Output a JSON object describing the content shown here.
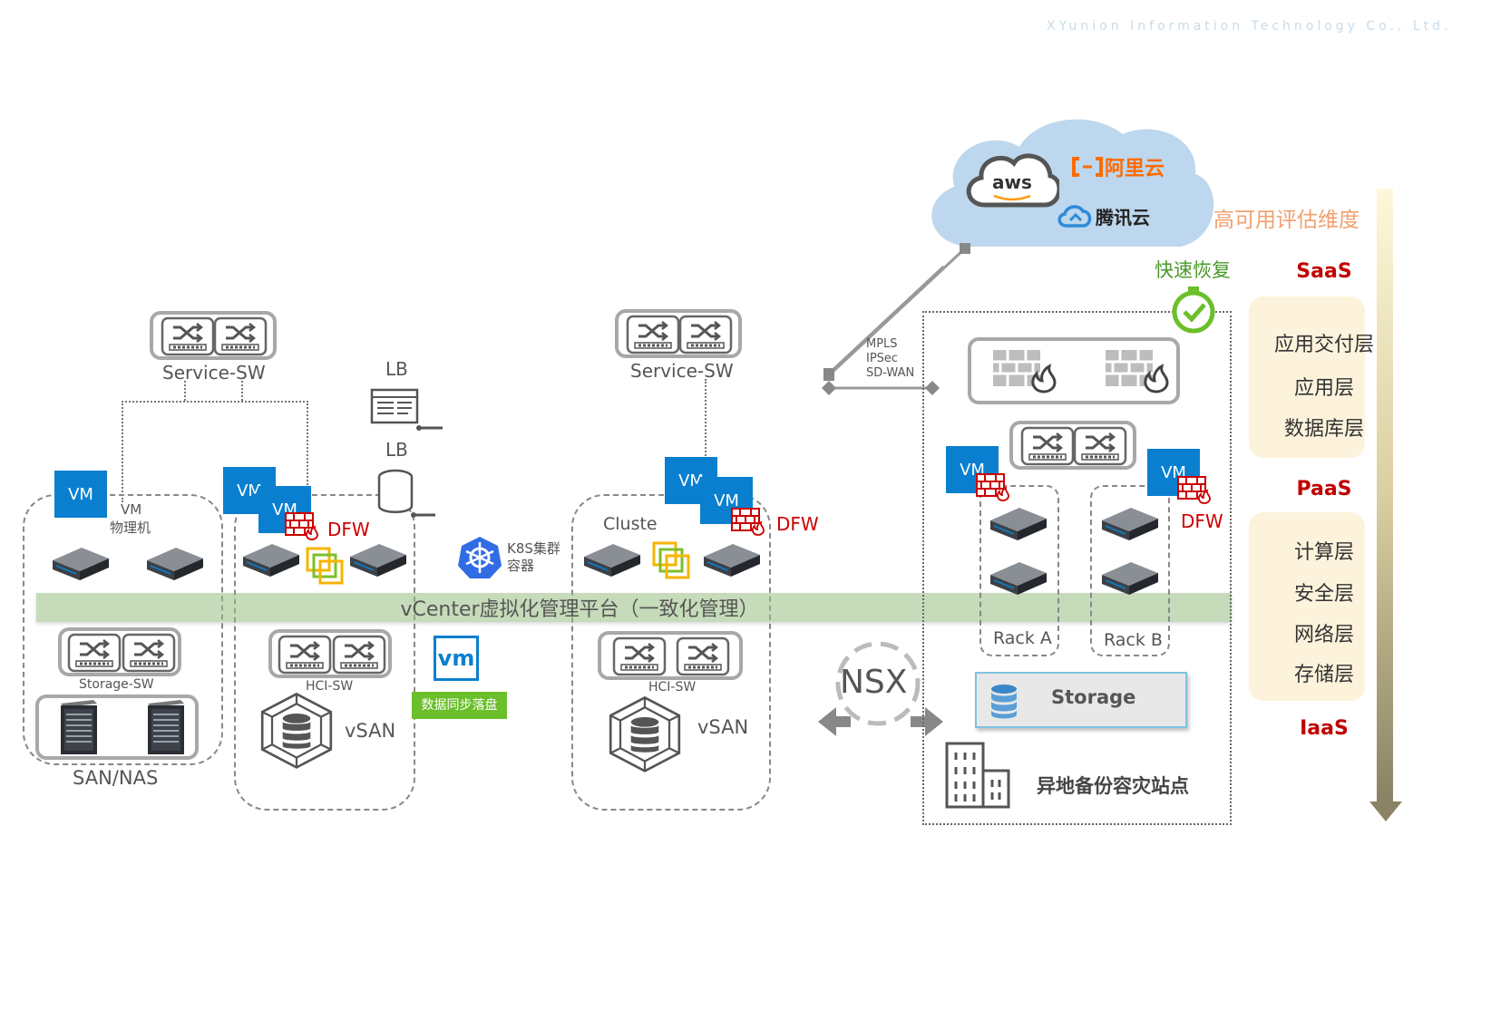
{
  "header": {
    "company": "XYunion Information Technology Co., Ltd."
  },
  "cloud": {
    "aws": "aws",
    "aliyun": "阿里云",
    "tencent": "腾讯云"
  },
  "labels": {
    "service_sw_1": "Service-SW",
    "service_sw_2": "Service-SW",
    "lb_1": "LB",
    "lb_2": "LB",
    "vm": "VM",
    "vm_physical_1": "VM",
    "vm_physical_2": "物理机",
    "dfw": "DFW",
    "k8s_1": "K8S集群",
    "k8s_2": "容器",
    "cluste": "Cluste",
    "vcenter": "vCenter虚拟化管理平台（一致化管理）",
    "storage_sw": "Storage-SW",
    "san_nas": "SAN/NAS",
    "hci_sw_1": "HCI-SW",
    "hci_sw_2": "HCI-SW",
    "vsan_1": "vSAN",
    "vsan_2": "vSAN",
    "vm_logo": "vm",
    "data_sync": "数据同步落盘",
    "mpls": "MPLS",
    "ipsec": "IPSec",
    "sdwan": "SD-WAN",
    "nsx": "NSX",
    "fast_recovery": "快速恢复",
    "rack_a": "Rack A",
    "rack_b": "Rack B",
    "storage": "Storage",
    "dr_site": "异地备份容灾站点"
  },
  "dimensions": {
    "title": "高可用评估维度",
    "saas": "SaaS",
    "saas_layers": [
      "应用交付层",
      "应用层",
      "数据库层"
    ],
    "paas": "PaaS",
    "paas_layers": [
      "计算层",
      "安全层",
      "网络层",
      "存储层"
    ],
    "iaas": "IaaS"
  },
  "colors": {
    "vm_blue": "#0a7fcf",
    "dfw_red": "#cc0000",
    "layer_box": "#fdf3dc",
    "category_red": "#c00000",
    "title_orange": "#f0a070",
    "recovery_green": "#4a9a2a",
    "vcenter_band": "#b9d3a8",
    "cloud": "#bcd7ee",
    "aliyun_orange": "#ff6a00"
  }
}
